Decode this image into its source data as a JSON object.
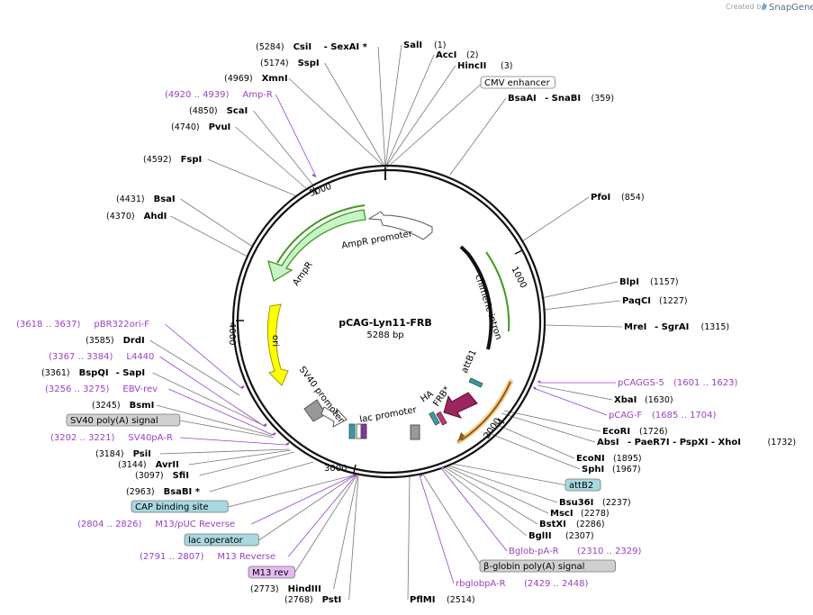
{
  "branding": {
    "created_by": "Created by",
    "app": "SnapGene"
  },
  "plasmid": {
    "name": "pCAG-Lyn11-FRB",
    "length": "5288 bp"
  },
  "ticks": [
    "1000",
    "2000",
    "3000",
    "4000",
    "5000"
  ],
  "labels": [
    {
      "kind": "site",
      "pos": "(5284)",
      "name": "CsiI",
      "extra": "- SexAI *"
    },
    {
      "kind": "site",
      "pos": "(5174)",
      "name": "SspI",
      "extra": ""
    },
    {
      "kind": "site",
      "pos": "(4969)",
      "name": "XmnI",
      "extra": ""
    },
    {
      "kind": "primer",
      "pos": "(4920 .. 4939)",
      "name": "Amp-R",
      "extra": ""
    },
    {
      "kind": "site",
      "pos": "(4850)",
      "name": "ScaI",
      "extra": ""
    },
    {
      "kind": "site",
      "pos": "(4740)",
      "name": "PvuI",
      "extra": ""
    },
    {
      "kind": "site",
      "pos": "(4592)",
      "name": "FspI",
      "extra": ""
    },
    {
      "kind": "site",
      "pos": "(4431)",
      "name": "BsaI",
      "extra": ""
    },
    {
      "kind": "site",
      "pos": "(4370)",
      "name": "AhdI",
      "extra": ""
    },
    {
      "kind": "primer",
      "pos": "(3618 .. 3637)",
      "name": "pBR322ori-F",
      "extra": ""
    },
    {
      "kind": "site",
      "pos": "(3585)",
      "name": "DrdI",
      "extra": ""
    },
    {
      "kind": "primer",
      "pos": "(3367 .. 3384)",
      "name": "L4440",
      "extra": ""
    },
    {
      "kind": "site",
      "pos": "(3361)",
      "name": "BspQI",
      "extra": "- SapI"
    },
    {
      "kind": "primer",
      "pos": "(3256 .. 3275)",
      "name": "EBV-rev",
      "extra": ""
    },
    {
      "kind": "site",
      "pos": "(3245)",
      "name": "BsmI",
      "extra": ""
    },
    {
      "kind": "feature",
      "pos": "",
      "name": "SV40 poly(A) signal",
      "extra": ""
    },
    {
      "kind": "primer",
      "pos": "(3202 .. 3221)",
      "name": "SV40pA-R",
      "extra": ""
    },
    {
      "kind": "site",
      "pos": "(3184)",
      "name": "PsiI",
      "extra": ""
    },
    {
      "kind": "site",
      "pos": "(3144)",
      "name": "AvrII",
      "extra": ""
    },
    {
      "kind": "site",
      "pos": "(3097)",
      "name": "SfiI",
      "extra": ""
    },
    {
      "kind": "site",
      "pos": "(2963)",
      "name": "BsaBI *",
      "extra": ""
    },
    {
      "kind": "feature",
      "pos": "",
      "name": "CAP binding site",
      "extra": ""
    },
    {
      "kind": "primer",
      "pos": "(2804 .. 2826)",
      "name": "M13/pUC Reverse",
      "extra": ""
    },
    {
      "kind": "feature",
      "pos": "",
      "name": "lac operator",
      "extra": ""
    },
    {
      "kind": "primer",
      "pos": "(2791 .. 2807)",
      "name": "M13 Reverse",
      "extra": ""
    },
    {
      "kind": "feature",
      "pos": "",
      "name": "M13 rev",
      "extra": ""
    },
    {
      "kind": "site",
      "pos": "(2773)",
      "name": "HindIII",
      "extra": ""
    },
    {
      "kind": "site",
      "pos": "(2768)",
      "name": "PstI",
      "extra": ""
    },
    {
      "kind": "site",
      "pos": "(2514)",
      "name": "PflMI",
      "extra": ""
    },
    {
      "kind": "primer",
      "pos": "(2429 .. 2448)",
      "name": "rbglobpA-R",
      "extra": ""
    },
    {
      "kind": "feature",
      "pos": "",
      "name": "β-globin poly(A) signal",
      "extra": ""
    },
    {
      "kind": "primer",
      "pos": "(2310 .. 2329)",
      "name": "Bglob-pA-R",
      "extra": ""
    },
    {
      "kind": "site",
      "pos": "(2307)",
      "name": "BglII",
      "extra": ""
    },
    {
      "kind": "site",
      "pos": "(2286)",
      "name": "BstXI",
      "extra": ""
    },
    {
      "kind": "site",
      "pos": "(2278)",
      "name": "MscI",
      "extra": ""
    },
    {
      "kind": "site",
      "pos": "(2237)",
      "name": "Bsu36I",
      "extra": ""
    },
    {
      "kind": "feature",
      "pos": "",
      "name": "attB2",
      "extra": ""
    },
    {
      "kind": "site",
      "pos": "(1967)",
      "name": "SphI",
      "extra": ""
    },
    {
      "kind": "site",
      "pos": "(1895)",
      "name": "EcoNI",
      "extra": ""
    },
    {
      "kind": "site",
      "pos": "(1732)",
      "name": "AbsI",
      "extra": "- PaeR7I - PspXI - XhoI"
    },
    {
      "kind": "site",
      "pos": "(1726)",
      "name": "EcoRI",
      "extra": ""
    },
    {
      "kind": "primer",
      "pos": "(1685 .. 1704)",
      "name": "pCAG-F",
      "extra": ""
    },
    {
      "kind": "site",
      "pos": "(1630)",
      "name": "XbaI",
      "extra": ""
    },
    {
      "kind": "primer",
      "pos": "(1601 .. 1623)",
      "name": "pCAGGS-5",
      "extra": ""
    },
    {
      "kind": "site",
      "pos": "(1315)",
      "name": "MreI",
      "extra": "- SgrAI"
    },
    {
      "kind": "site",
      "pos": "(1227)",
      "name": "PaqCI",
      "extra": ""
    },
    {
      "kind": "site",
      "pos": "(1157)",
      "name": "BlpI",
      "extra": ""
    },
    {
      "kind": "site",
      "pos": "(854)",
      "name": "PfoI",
      "extra": ""
    },
    {
      "kind": "site",
      "pos": "(359)",
      "name": "BsaAI",
      "extra": "- SnaBI"
    },
    {
      "kind": "feature",
      "pos": "",
      "name": "CMV enhancer",
      "extra": ""
    },
    {
      "kind": "site",
      "pos": "(3)",
      "name": "HincII",
      "extra": ""
    },
    {
      "kind": "site",
      "pos": "(2)",
      "name": "AccI",
      "extra": ""
    },
    {
      "kind": "site",
      "pos": "(1)",
      "name": "SalI",
      "extra": ""
    }
  ],
  "inner_features": {
    "ampr_promoter": "AmpR promoter",
    "ampr": "AmpR",
    "ori": "ori",
    "sv40_promoter": "SV40 promoter",
    "lac_promoter": "lac promoter",
    "chimeric_intron": "chimeric intron",
    "attb1": "attB1",
    "ha": "HA",
    "frb": "FRB*"
  },
  "colors": {
    "ampr": "#c8f5c8",
    "ori": "#ffff00",
    "frb": "#9b2660",
    "primer": "#9a40c8",
    "attb": "#3c9a9a"
  }
}
